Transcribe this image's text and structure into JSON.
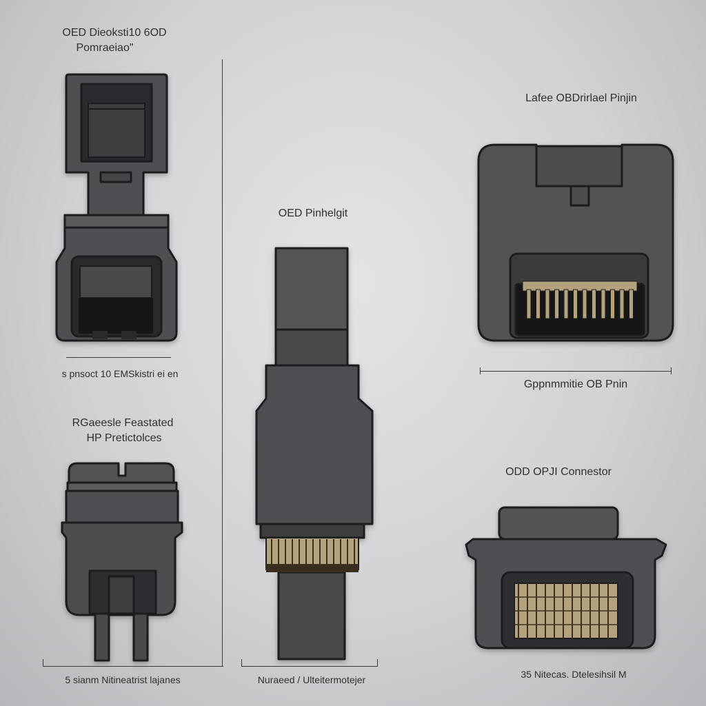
{
  "labels": {
    "top_left_line1": "OED Dieoksti10 6OD",
    "top_left_line2": "Pomraeiao\"",
    "top_right": "Lafee OBDrirlael Pinjin",
    "center_top": "OED Pinhelgit",
    "left_middle": "s pnsoct 10 EMSkistri ei en",
    "right_middle": "Gppnmmitie OB Pnin",
    "left_lower_line1": "RGaeesle Feastated",
    "left_lower_line2": "HP Pretictolces",
    "right_lower": "ODD OPJI Connestor",
    "bottom_left": "5 sianm Nitineatrist lajanes",
    "bottom_center": "Nuraeed / Ulteitermotejer",
    "bottom_right": "35 Nitecas. Dtelesihsil M"
  },
  "colors": {
    "body": "#4e4e50",
    "body_dark": "#3a3a3c",
    "outline": "#1d1d1f",
    "socket": "#1b1b1b",
    "pin_gold": "#b4a27c",
    "pin_dark": "#3a2f1f"
  }
}
